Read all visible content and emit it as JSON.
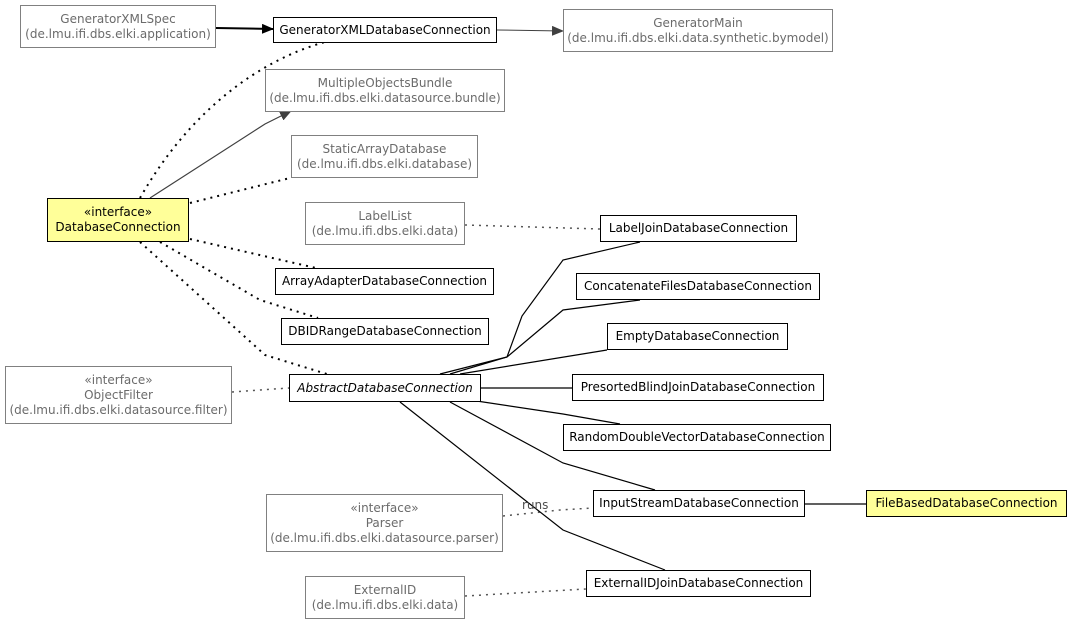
{
  "nodes": {
    "generator_xml_spec": {
      "lines": [
        "GeneratorXMLSpec",
        "(de.lmu.ifi.dbs.elki.application)"
      ]
    },
    "generator_xml_database_connection": {
      "lines": [
        "GeneratorXMLDatabaseConnection"
      ]
    },
    "generator_main": {
      "lines": [
        "GeneratorMain",
        "(de.lmu.ifi.dbs.elki.data.synthetic.bymodel)"
      ]
    },
    "multiple_objects_bundle": {
      "lines": [
        "MultipleObjectsBundle",
        "(de.lmu.ifi.dbs.elki.datasource.bundle)"
      ]
    },
    "static_array_database": {
      "lines": [
        "StaticArrayDatabase",
        "(de.lmu.ifi.dbs.elki.database)"
      ]
    },
    "database_connection": {
      "lines": [
        "«interface»",
        "DatabaseConnection"
      ]
    },
    "label_list": {
      "lines": [
        "LabelList",
        "(de.lmu.ifi.dbs.elki.data)"
      ]
    },
    "label_join_database_connection": {
      "lines": [
        "LabelJoinDatabaseConnection"
      ]
    },
    "array_adapter_database_connection": {
      "lines": [
        "ArrayAdapterDatabaseConnection"
      ]
    },
    "concatenate_files_database_connection": {
      "lines": [
        "ConcatenateFilesDatabaseConnection"
      ]
    },
    "dbid_range_database_connection": {
      "lines": [
        "DBIDRangeDatabaseConnection"
      ]
    },
    "empty_database_connection": {
      "lines": [
        "EmptyDatabaseConnection"
      ]
    },
    "object_filter": {
      "lines": [
        "«interface»",
        "ObjectFilter",
        "(de.lmu.ifi.dbs.elki.datasource.filter)"
      ]
    },
    "abstract_database_connection": {
      "lines": [
        "AbstractDatabaseConnection"
      ]
    },
    "presorted_blind_join_database_connection": {
      "lines": [
        "PresortedBlindJoinDatabaseConnection"
      ]
    },
    "random_double_vector_database_connection": {
      "lines": [
        "RandomDoubleVectorDatabaseConnection"
      ]
    },
    "parser": {
      "lines": [
        "«interface»",
        "Parser",
        "(de.lmu.ifi.dbs.elki.datasource.parser)"
      ]
    },
    "input_stream_database_connection": {
      "lines": [
        "InputStreamDatabaseConnection"
      ]
    },
    "file_based_database_connection": {
      "lines": [
        "FileBasedDatabaseConnection"
      ]
    },
    "external_id": {
      "lines": [
        "ExternalID",
        "(de.lmu.ifi.dbs.elki.data)"
      ]
    },
    "external_id_join_database_connection": {
      "lines": [
        "ExternalIDJoinDatabaseConnection"
      ]
    }
  },
  "edge_labels": {
    "runs": "runs"
  },
  "colors": {
    "highlight": "#ffff99",
    "external_border": "#808080",
    "external_text": "#6b6b6b"
  }
}
